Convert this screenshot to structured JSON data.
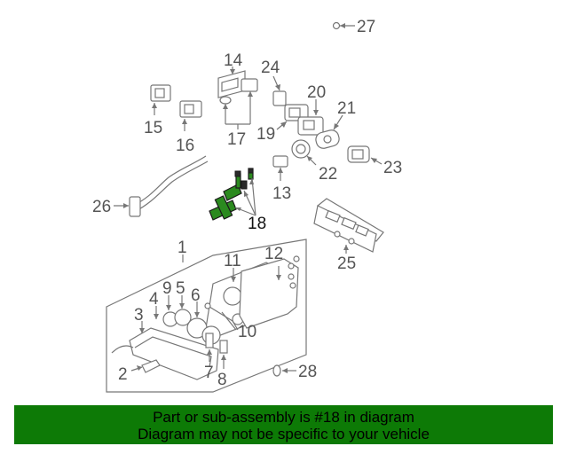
{
  "diagram": {
    "highlight_color": "#2b8a1f",
    "callouts": {
      "c1": "1",
      "c2": "2",
      "c3": "3",
      "c4": "4",
      "c5": "5",
      "c6": "6",
      "c7": "7",
      "c8": "8",
      "c9": "9",
      "c10": "10",
      "c11": "11",
      "c12": "12",
      "c13": "13",
      "c14": "14",
      "c15": "15",
      "c16": "16",
      "c17": "17",
      "c18": "18",
      "c19": "19",
      "c20": "20",
      "c21": "21",
      "c22": "22",
      "c23": "23",
      "c24": "24",
      "c25": "25",
      "c26": "26",
      "c27": "27",
      "c28": "28"
    }
  },
  "banner": {
    "background": "#0d7a06",
    "line1": "Part or sub-assembly is #18 in diagram",
    "line2": "Diagram may not be specific to your vehicle"
  }
}
